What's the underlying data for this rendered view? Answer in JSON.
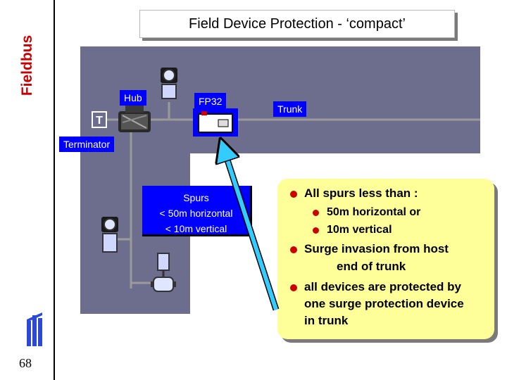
{
  "sidebar": {
    "vertical_title": "Fieldbus",
    "page_number": "68"
  },
  "header": {
    "title": "Field Device Protection - ‘compact’"
  },
  "diagram": {
    "labels": {
      "hub": "Hub",
      "fp32": "FP32",
      "trunk": "Trunk",
      "terminator": "Terminator",
      "terminator_symbol": "T"
    },
    "spurs_box": {
      "line1": "Spurs",
      "line2": "< 50m horizontal",
      "line3": "< 10m vertical"
    }
  },
  "notes": {
    "bullet1": "All spurs less than :",
    "sub1": "50m horizontal or",
    "sub2": "10m vertical",
    "bullet2_line1": "Surge invasion from host",
    "bullet2_line2": "end of trunk",
    "bullet3_line1": "all devices are protected by",
    "bullet3_line2": "one surge protection device",
    "bullet3_line3": "in trunk"
  },
  "colors": {
    "panel": "#6d6d8e",
    "label_blue": "#0000ff",
    "title_red": "#cc0000",
    "note_yellow": "#ffff99",
    "arrow": "#33ccff"
  }
}
